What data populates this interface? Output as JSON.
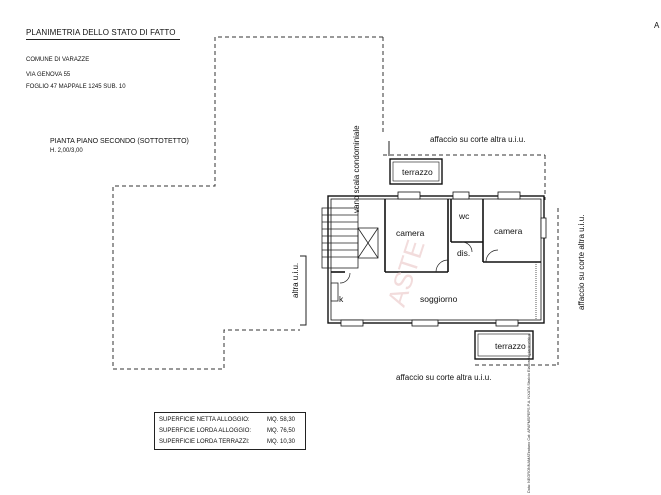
{
  "header": {
    "title": "PLANIMETRIA DELLO STATO DI FATTO",
    "comune": "COMUNE DI VARAZZE",
    "address": "VIA GENOVA 55",
    "cadastral": "FOGLIO 47  MAPPALE 1245 SUB. 10"
  },
  "floor": {
    "name": "PIANTA PIANO SECONDO (SOTTOTETTO)",
    "height": "H. 2,00/3,00"
  },
  "labels": {
    "affaccio_top": "affaccio su corte altra u.i.u.",
    "affaccio_bottom": "affaccio su corte altra u.i.u.",
    "vano_scala": "vano scala condominiale",
    "altra_left": "altra u.i.u.",
    "altra_right": "affaccio su corte altra u.i.u.",
    "side_note": "Data: NEGRONNAMATiratuno Cat: APAFMSPEPS P.A. NXATA Stralcio Elaborato planimetrico"
  },
  "watermark": "ASTE",
  "corner_mark": "A",
  "rooms": {
    "terrazzo_top": "terrazzo",
    "terrazzo_bottom": "terrazzo",
    "camera_left": "camera",
    "wc": "wc",
    "camera_right": "camera",
    "dis": "dis.",
    "k": "k",
    "soggiorno": "soggiorno"
  },
  "surfaces": [
    {
      "label": "SUPERFICIE NETTA ALLOGGIO:",
      "value": "MQ.  58,30"
    },
    {
      "label": "SUPERFICIE LORDA ALLOGGIO:",
      "value": "MQ.  76,50"
    },
    {
      "label": "SUPERFICIE LORDA TERRAZZI:",
      "value": "MQ.  10,30"
    }
  ]
}
